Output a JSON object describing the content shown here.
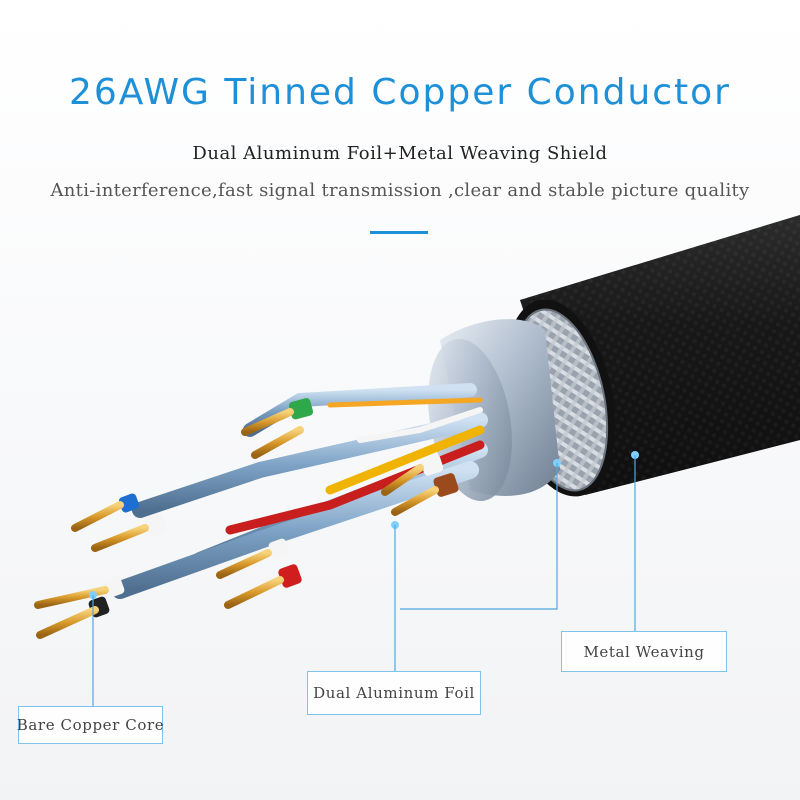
{
  "title": "26AWG Tinned Copper Conductor",
  "subtitle": "Dual Aluminum Foil+Metal Weaving Shield",
  "tagline": "Anti-interference,fast signal transmission ,clear and stable picture quality",
  "labels": {
    "metal_weaving": "Metal Weaving",
    "dual_aluminum_foil": "Dual Aluminum Foil",
    "bare_copper_core": "Bare Copper Core"
  },
  "colors": {
    "accent": "#1e90d8",
    "jacket": "#1a1a1a",
    "copper": "#d99a2b",
    "foil": "#b9c7d8"
  },
  "illustration": "cable-cross-section"
}
